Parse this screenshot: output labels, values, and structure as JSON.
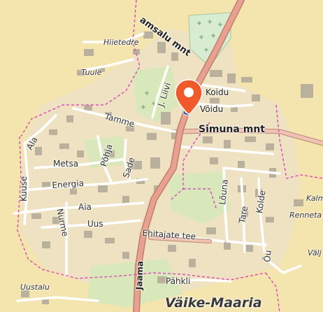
{
  "map": {
    "colors": {
      "background": "#f4e4ad",
      "settlement": "#eee2c2",
      "green": "#d9e8ba",
      "cemetery": "#d7ecd0",
      "main_road_casing": "#c07f69",
      "main_road_fill": "#e8a090",
      "secondary_road_fill": "#efc3b3",
      "minor_road": "#ffffff",
      "building": "#b9b19b",
      "boundary": "#e04fb5",
      "pin": "#f1592a"
    },
    "labels": {
      "amsalu_mnt": "amsalu mnt",
      "hiietedre": "Hiietedre",
      "tuule": "Tuule",
      "liivi": "J. Liivi",
      "koidu": "Koidu",
      "voidu": "Võidu",
      "tamme": "Tamme",
      "simuna_mnt": "Simuna mnt",
      "ala": "Ala",
      "metsa": "Metsa",
      "pohja": "Põhja",
      "sade": "Sade",
      "kuuse": "Kuuse",
      "energia": "Energia",
      "aia": "Aia",
      "nurme": "Nurme",
      "uus": "Uus",
      "ehitajate_tee": "Ehitajate tee",
      "louna": "Lõuna",
      "tare": "Tare",
      "kolde": "Kolde",
      "kalm": "Kalm",
      "renneta": "Renneta",
      "valj": "Välj",
      "ou": "Õu",
      "jaama": "Jaama",
      "pahkli": "Pähkli",
      "uustalu": "Uustalu",
      "vaike_maaria": "Väike-Maaria",
      "parking": "P"
    }
  }
}
